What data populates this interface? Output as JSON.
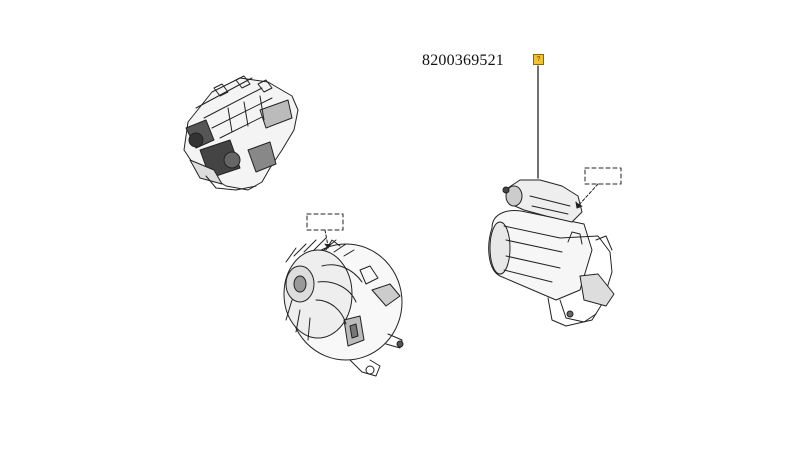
{
  "callout": {
    "part_number": "8200369521",
    "badge_label": "?",
    "badge_color": "#f2c230"
  },
  "components": [
    {
      "name": "engine-block"
    },
    {
      "name": "alternator"
    },
    {
      "name": "starter-motor"
    }
  ]
}
